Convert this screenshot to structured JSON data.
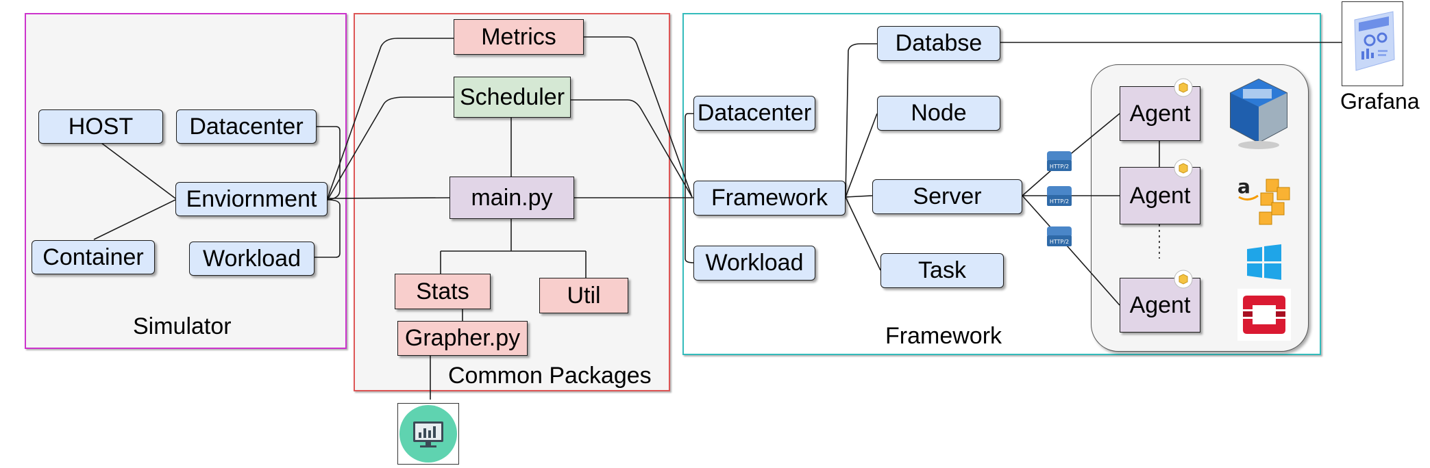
{
  "panels": {
    "simulator": "Simulator",
    "common": "Common Packages",
    "framework": "Framework"
  },
  "simulator": {
    "host": "HOST",
    "datacenter": "Datacenter",
    "environment": "Enviornment",
    "container": "Container",
    "workload": "Workload"
  },
  "common": {
    "metrics": "Metrics",
    "scheduler": "Scheduler",
    "main": "main.py",
    "stats": "Stats",
    "util": "Util",
    "grapher": "Grapher.py"
  },
  "framework": {
    "datacenter": "Datacenter",
    "framework": "Framework",
    "workload": "Workload",
    "database": "Databse",
    "node": "Node",
    "server": "Server",
    "task": "Task",
    "agents": [
      "Agent",
      "Agent",
      "Agent"
    ],
    "http_badge": "HTTP/2"
  },
  "external": {
    "grafana": "Grafana"
  },
  "colors": {
    "blue_fill": "#dae8fc",
    "red_fill": "#f8cecc",
    "purple_fill": "#e1d5e7",
    "green_fill": "#d5e8d4",
    "simulator_border": "#cc33cc",
    "common_border": "#dd5555",
    "framework_border": "#33bbbb"
  }
}
